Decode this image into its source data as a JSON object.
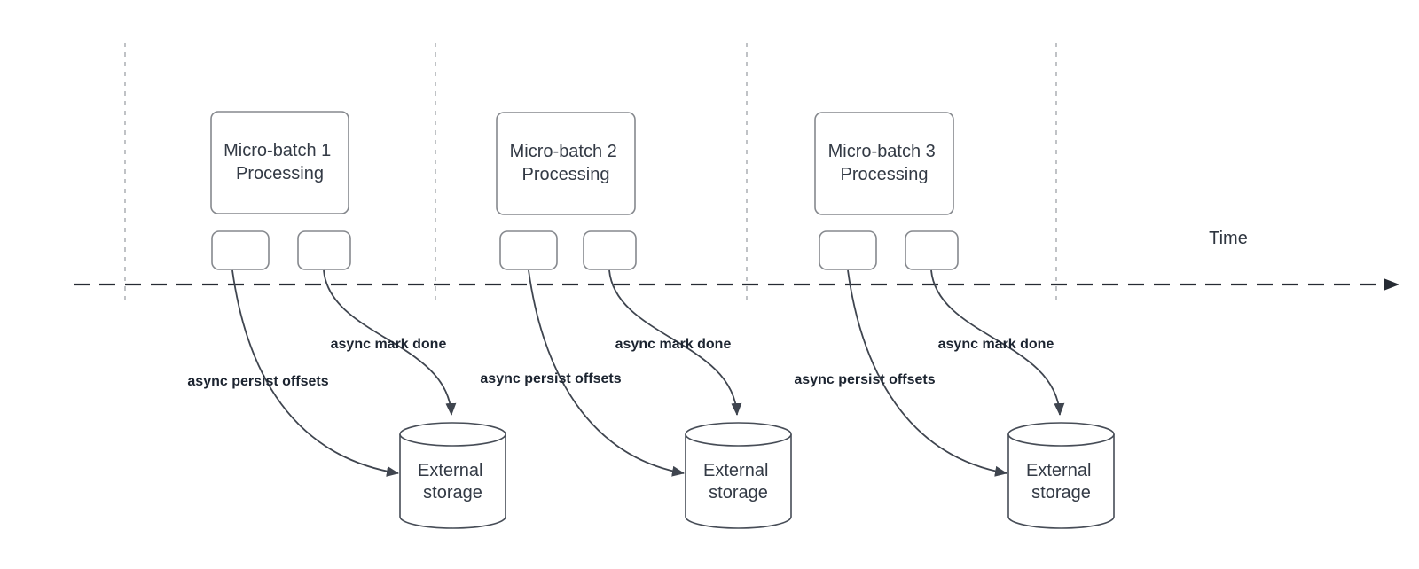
{
  "diagram": {
    "description": "Micro-batch processing timeline with async persistence to external storage",
    "time_axis": {
      "label": "Time"
    },
    "batches": [
      {
        "title_line1": "Micro-batch 1",
        "title_line2": "Processing",
        "persist_offsets_label": "async persist offsets",
        "mark_done_label": "async mark done",
        "storage_line1": "External",
        "storage_line2": "storage"
      },
      {
        "title_line1": "Micro-batch 2",
        "title_line2": "Processing",
        "persist_offsets_label": "async persist offsets",
        "mark_done_label": "async mark done",
        "storage_line1": "External",
        "storage_line2": "storage"
      },
      {
        "title_line1": "Micro-batch 3",
        "title_line2": "Processing",
        "persist_offsets_label": "async persist offsets",
        "mark_done_label": "async mark done",
        "storage_line1": "External",
        "storage_line2": "storage"
      }
    ],
    "colors": {
      "background": "#ffffff",
      "timeline_stroke": "#262b33",
      "guide_stroke": "#b1b4b8",
      "box_border": "#85888d",
      "arrow_stroke": "#3f454f",
      "cylinder_stroke": "#474d57",
      "label_text": "#1c2430",
      "node_text": "#333a45"
    }
  }
}
